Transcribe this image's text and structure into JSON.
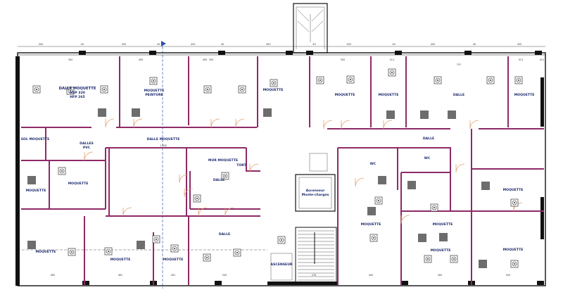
{
  "plan": {
    "rooms": {
      "r1_line1": "DALLE MOQUETTE",
      "r1_line2": "HSP 320",
      "r1_line3": "HFP 265",
      "r2_line1": "MOQUETTE",
      "r2_line2": "PEINTURE",
      "r3": "MOQUETTE",
      "r4": "MOQUETTE",
      "r5": "MOQUETTE",
      "r6": "DALLE",
      "r7": "MOQUETTE",
      "sol_moquette": "SOL MOQUETTE",
      "dalles_pvc_1": "DALLES",
      "dalles_pvc_2": "PVC",
      "corridor": "DALLE MOQUETTE",
      "mur_moquette": "MUR MOQUETTE",
      "tort": "TORT",
      "dalle_mid": "DALLE",
      "dalle_low": "DALLE",
      "left_moq_a": "MOQUETTE",
      "left_moq_b": "MOQUETTE",
      "bot_moq_a": "MOQUETTE",
      "bot_moq_b": "MOQUETTE",
      "bot_moq_c": "MOQUETTE",
      "corridor_right": "DALLE",
      "wc_a": "WC",
      "wc_b": "WC",
      "elevator_1": "Ascenseur",
      "elevator_2": "Monte-charges",
      "ascenseur": "ASCENSEUR",
      "right_moq_a": "MOQUETTE",
      "right_moq_b": "MOQUETTE",
      "right_moq_c": "MOQUETTE",
      "right_moq_d": "MOQUETTE",
      "right_corr": "MOQUETTE"
    },
    "dimensions": {
      "top": [
        "400",
        "40",
        "450",
        "40",
        "450",
        "40",
        "450",
        "40",
        "400",
        "40",
        "450",
        "40",
        "450"
      ],
      "top_inner": [
        "300",
        "300",
        "400",
        "400",
        "757",
        "300",
        "411",
        "411",
        "411"
      ],
      "corridor": "1 300",
      "bottom": [
        "482",
        "481",
        "261",
        "545",
        "276",
        "400",
        "400",
        "500"
      ]
    },
    "colors": {
      "partition": "#8e2a66",
      "door": "#e0a070",
      "text": "#1c2a6e",
      "structure": "#111111"
    }
  }
}
